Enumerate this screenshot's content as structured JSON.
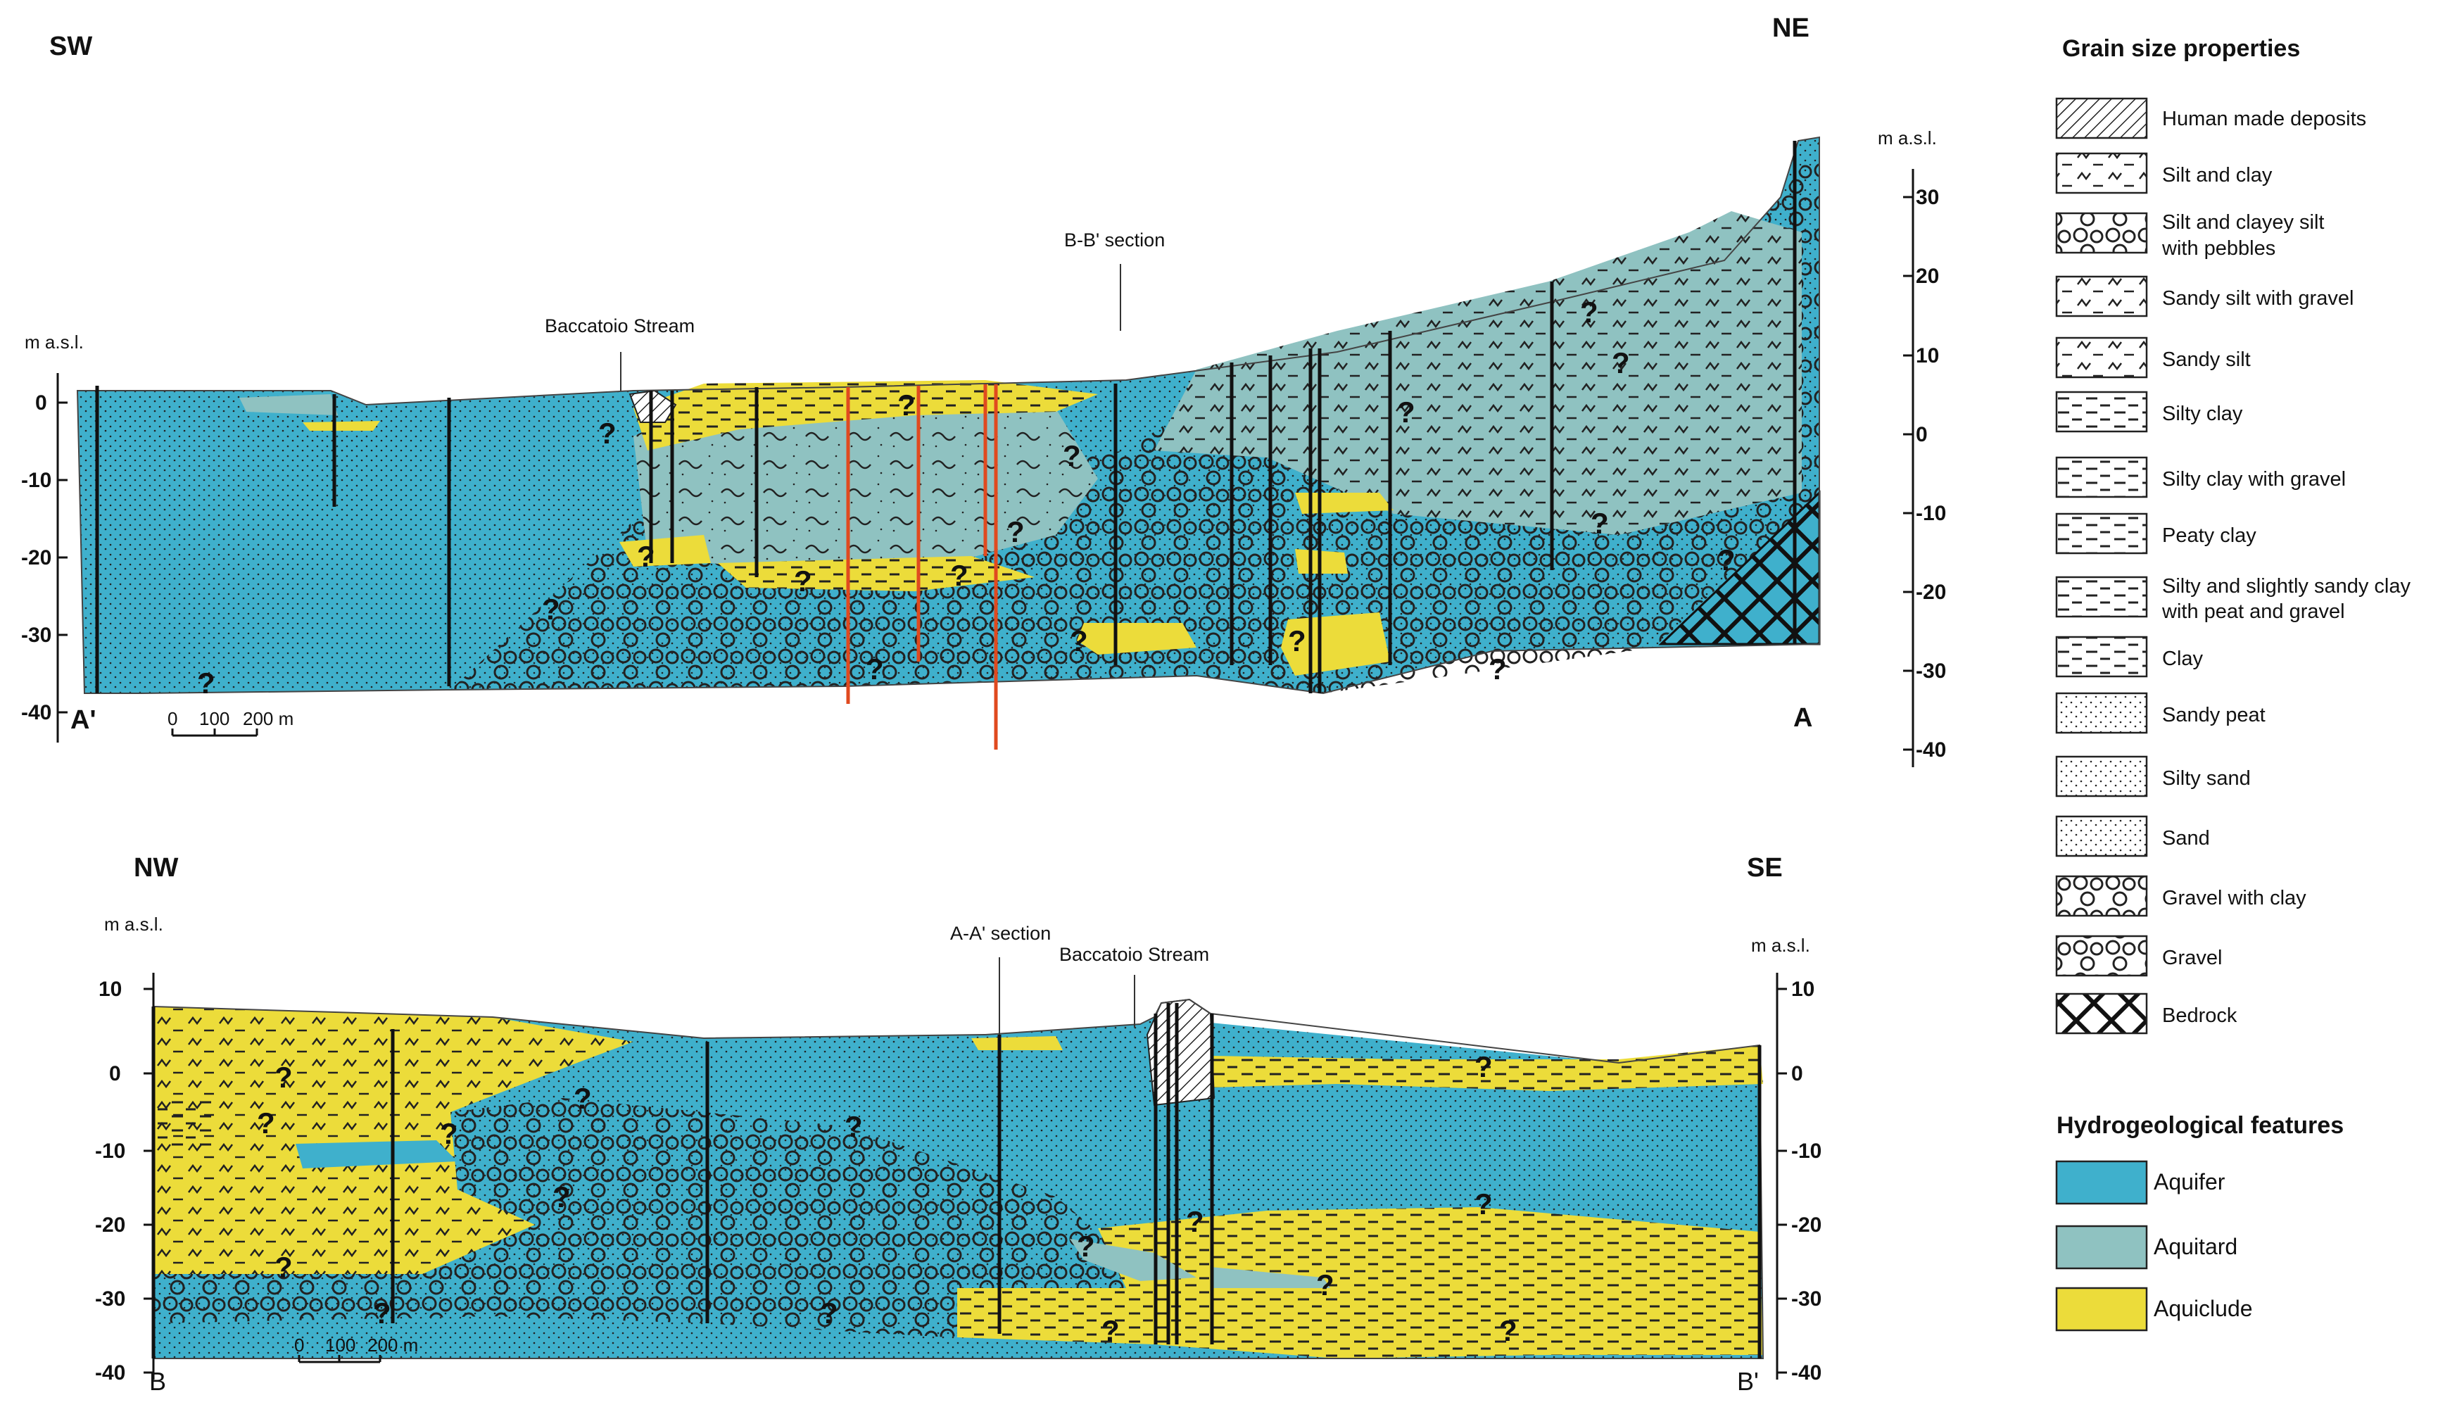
{
  "section_a": {
    "left_dir": "SW",
    "right_dir": "NE",
    "axis_unit": "m a.s.l.",
    "axis_unit_right": "m a.s.l.",
    "left_ticks": [
      "0",
      "-10",
      "-20",
      "-30",
      "-40"
    ],
    "right_ticks": [
      "30",
      "20",
      "10",
      "0",
      "-10",
      "-20",
      "-30",
      "-40"
    ],
    "start_label": "A'",
    "end_label": "A",
    "stream_label": "Baccatoio Stream",
    "section_label": "B-B' section",
    "scale_bar": {
      "t0": "0",
      "t1": "100",
      "t2": "200 m"
    },
    "q": "?"
  },
  "section_b": {
    "left_dir": "NW",
    "right_dir": "SE",
    "axis_unit": "m a.s.l.",
    "axis_unit_right": "m a.s.l.",
    "left_ticks": [
      "10",
      "0",
      "-10",
      "-20",
      "-30",
      "-40"
    ],
    "right_ticks": [
      "10",
      "0",
      "-10",
      "-20",
      "-30",
      "-40"
    ],
    "start_label": "B",
    "end_label": "B'",
    "stream_label": "Baccatoio Stream",
    "section_label": "A-A' section",
    "scale_bar": {
      "t0": "0",
      "t1": "100",
      "t2": "200 m"
    },
    "q": "?"
  },
  "legend": {
    "grain_title": "Grain size properties",
    "grain_items": [
      "Human made deposits",
      "Silt and clay",
      "Silt and clayey silt",
      "with pebbles",
      "Sandy silt with gravel",
      "Sandy silt",
      "Silty clay",
      "Silty clay with gravel",
      "Peaty clay",
      "Silty and slightly sandy clay",
      "with peat and gravel",
      "Clay",
      "Sandy peat",
      "Silty sand",
      "Sand",
      "Gravel with clay",
      "Gravel",
      "Bedrock"
    ],
    "hydro_title": "Hydrogeological features",
    "hydro_items": [
      "Aquifer",
      "Aquitard",
      "Aquiclude"
    ]
  },
  "colors": {
    "aquifer": "#3fb0cc",
    "aquitard": "#8fc2c1",
    "aquiclude": "#ecdc3a",
    "borehole": "#111111",
    "red_borehole": "#e04a1f"
  }
}
